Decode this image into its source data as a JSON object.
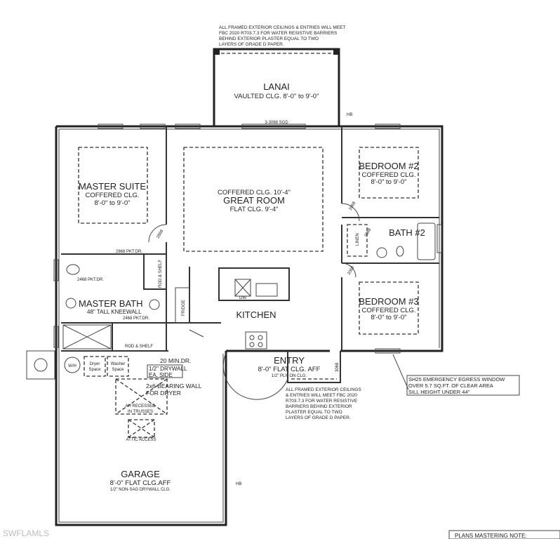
{
  "notes": {
    "lanai_note": [
      "ALL FRAMED EXTERIOR CEILINGS & ENTRIES WILL MEET",
      "FBC 2020 R703.7.3 FOR WATER RESISTIVE BARRIERS",
      "BEHIND EXTERIOR PLASTER EQUAL TO TWO",
      "LAYERS OF GRADE D PAPER."
    ],
    "entry_note": [
      "ALL FRAMED EXTERIOR CEILINGS",
      "& ENTRIES WILL MEET FBC 2020",
      "R703.7.3 FOR WATER RESISTIVE",
      "BARRIERS BEHIND EXTERIOR",
      "PLASTER EQUAL TO TWO",
      "LAYERS OF GRADE D PAPER."
    ],
    "egress_note": [
      "SH25 EMERGENCY EGRESS WINDOW",
      "OVER 5.7 SQ.FT. OF CLEAR AREA",
      "SILL HEIGHT UNDER 44\""
    ],
    "plans_note": "PLANS MASTERING NOTE:",
    "drywall_note": [
      "1/2\" DRYWALL",
      "EA. SIDE"
    ],
    "bearing_note": [
      "2x6 BEARING WALL",
      "FOR DRYER"
    ],
    "min_dr": "20 MIN.DR."
  },
  "rooms": {
    "lanai": {
      "name": "LANAI",
      "ceiling": "VAULTED CLG. 8'-0\" to 9'-0\""
    },
    "master_suite": {
      "name": "MASTER SUITE",
      "ceiling1": "COFFERED CLG.",
      "ceiling2": "8'-0\" to 9'-0\""
    },
    "great_room": {
      "name": "GREAT ROOM",
      "ceiling1": "COFFERED CLG. 10'-4\"",
      "ceiling2": "FLAT CLG. 9'-4\""
    },
    "bedroom2": {
      "name": "BEDROOM #2",
      "ceiling1": "COFFERED CLG.",
      "ceiling2": "8'-0\" to 9'-0\""
    },
    "bath2": {
      "name": "BATH #2"
    },
    "bedroom3": {
      "name": "BEDROOM #3",
      "ceiling1": "COFFERED CLG.",
      "ceiling2": "8'-0\" to 9'-0\""
    },
    "master_bath": {
      "name": "MASTER BATH",
      "note": "48\" TALL KNEEWALL"
    },
    "kitchen": {
      "name": "KITCHEN"
    },
    "entry": {
      "name": "ENTRY",
      "ceiling1": "8'-0\" FLAT CLG. AFF",
      "ceiling2": "1/2\" PLY. ON CLG."
    },
    "garage": {
      "name": "GARAGE",
      "ceiling1": "8'-0\" FLAT CLG.AFF",
      "ceiling2": "1/2\" NON-SAG DRYWALL CLG."
    }
  },
  "labels": {
    "slider": "3-3068 SGD",
    "hb": "HB",
    "pkt1": "2868 PKT.DR.",
    "pkt2": "2468 PKT.DR.",
    "pkt3": "2468 PKT.DR.",
    "rod_shelf": "ROD & SHELF",
    "rod_shelf_v": "ROD & SHELF",
    "fridge": "FRIDGE",
    "dw": "DW",
    "wh": "W/H",
    "dryer": [
      "Dryer",
      "Space"
    ],
    "washer": [
      "Washer",
      "Space"
    ],
    "ahu": [
      "AH RECESSED",
      "IN TRUSSES"
    ],
    "attic": "ATTIC ACCESS",
    "linen": "LINEN",
    "door2868": "2868",
    "door2068": "2068",
    "door3068": "3068"
  },
  "watermark": "SWFLAMLS"
}
